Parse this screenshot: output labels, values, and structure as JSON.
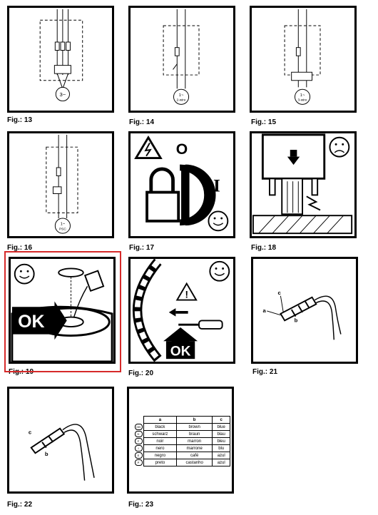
{
  "figures": [
    {
      "id": "13",
      "caption": "Fig.: 13",
      "motor_label": "3~"
    },
    {
      "id": "14",
      "caption": "Fig.: 14",
      "motor_label": "1~ 2-wire"
    },
    {
      "id": "15",
      "caption": "Fig.: 15",
      "motor_label": "1~ 3-wire"
    },
    {
      "id": "16",
      "caption": "Fig.: 16",
      "motor_label": "1~ PSC"
    },
    {
      "id": "17",
      "caption": "Fig.: 17",
      "switch_off": "O",
      "switch_on": "I"
    },
    {
      "id": "18",
      "caption": "Fig.: 18"
    },
    {
      "id": "19",
      "caption": "Fig.: 19",
      "ok_text": "OK"
    },
    {
      "id": "20",
      "caption": "Fig.: 20",
      "ok_text": "OK"
    },
    {
      "id": "21",
      "caption": "Fig.: 21",
      "labels": [
        "a",
        "b",
        "c"
      ]
    },
    {
      "id": "22",
      "caption": "Fig.: 22",
      "labels": [
        "c",
        "b"
      ]
    },
    {
      "id": "23",
      "caption": "Fig.: 23"
    }
  ],
  "color_table": {
    "headers": [
      "a",
      "b",
      "c"
    ],
    "rows": [
      {
        "lang": "GB",
        "a": "black",
        "b": "brown",
        "c": "blue"
      },
      {
        "lang": "D",
        "a": "schwarz",
        "b": "braun",
        "c": "blau"
      },
      {
        "lang": "F",
        "a": "noir",
        "b": "marron",
        "c": "bleu"
      },
      {
        "lang": "I",
        "a": "nero",
        "b": "marrone",
        "c": "blu"
      },
      {
        "lang": "E",
        "a": "negro",
        "b": "café",
        "c": "azul"
      },
      {
        "lang": "P",
        "a": "preto",
        "b": "castanho",
        "c": "azul"
      }
    ]
  },
  "highlight_color": "#d62a2a",
  "selected_figure": "19"
}
